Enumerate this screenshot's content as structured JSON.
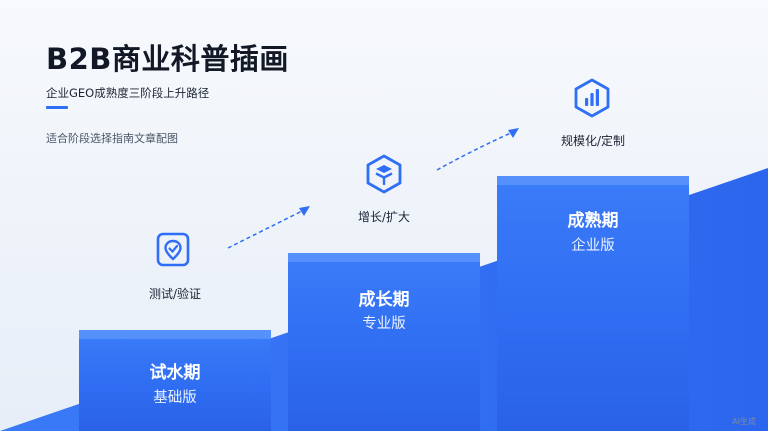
{
  "header": {
    "title": "B2B商业科普插画",
    "subtitle": "企业GEO成熟度三阶段上升路径",
    "note": "适合阶段选择指南文章配图"
  },
  "stages": [
    {
      "name": "试水期",
      "version": "基础版",
      "label": "测试/验证",
      "icon": "location-pin-icon"
    },
    {
      "name": "成长期",
      "version": "专业版",
      "label": "增长/扩大",
      "icon": "stack-hexagon-icon"
    },
    {
      "name": "成熟期",
      "version": "企业版",
      "label": "规模化/定制",
      "icon": "bar-chart-icon"
    }
  ],
  "watermark": "AI生成",
  "colors": {
    "accent": "#2f6ef5",
    "step": "#3173f4",
    "ramp": "#2e6af0",
    "text": "#121826"
  }
}
